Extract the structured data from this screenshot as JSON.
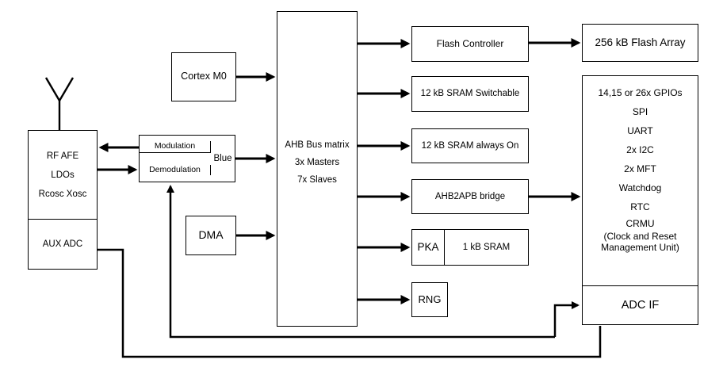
{
  "blocks": {
    "rf_afe": {
      "lines": [
        "RF AFE",
        "LDOs",
        "Rcosc Xosc"
      ]
    },
    "aux_adc": {
      "label": "AUX ADC"
    },
    "modulation": {
      "label": "Modulation"
    },
    "demodulation": {
      "label": "Demodulation"
    },
    "blue": {
      "label": "Blue"
    },
    "cortex_m0": {
      "label": "Cortex M0"
    },
    "dma": {
      "label": "DMA"
    },
    "ahb_bus_matrix": {
      "lines": [
        "AHB Bus matrix",
        "3x Masters",
        "7x Slaves"
      ]
    },
    "flash_controller": {
      "label": "Flash Controller"
    },
    "flash_array": {
      "label": "256 kB Flash Array"
    },
    "sram_switchable": {
      "label": "12 kB SRAM Switchable"
    },
    "sram_always_on": {
      "label": "12 kB SRAM always On"
    },
    "ahb2apb_bridge": {
      "label": "AHB2APB bridge"
    },
    "pka": {
      "label": "PKA"
    },
    "pka_sram": {
      "label": "1 kB SRAM"
    },
    "rng": {
      "label": "RNG"
    },
    "peripherals": {
      "lines": [
        "14,15 or 26x GPIOs",
        "SPI",
        "UART",
        "2x I2C",
        "2x MFT",
        "Watchdog",
        "RTC",
        "CRMU",
        "(Clock and Reset",
        "Management Unit)"
      ]
    },
    "adc_if": {
      "label": "ADC IF"
    }
  },
  "connections": [
    {
      "from": "Antenna",
      "to": "RF AFE"
    },
    {
      "from": "Modulation",
      "to": "RF AFE"
    },
    {
      "from": "RF AFE",
      "to": "Demodulation"
    },
    {
      "from": "Cortex M0",
      "to": "AHB Bus matrix"
    },
    {
      "from": "Blue",
      "to": "AHB Bus matrix"
    },
    {
      "from": "DMA",
      "to": "AHB Bus matrix"
    },
    {
      "from": "AHB Bus matrix",
      "to": "Flash Controller"
    },
    {
      "from": "Flash Controller",
      "to": "256 kB Flash Array"
    },
    {
      "from": "AHB Bus matrix",
      "to": "12 kB SRAM Switchable"
    },
    {
      "from": "AHB Bus matrix",
      "to": "12 kB SRAM always On"
    },
    {
      "from": "AHB Bus matrix",
      "to": "AHB2APB bridge"
    },
    {
      "from": "AHB2APB bridge",
      "to": "Peripherals"
    },
    {
      "from": "AHB Bus matrix",
      "to": "PKA"
    },
    {
      "from": "AHB Bus matrix",
      "to": "RNG"
    },
    {
      "from": "Bottom routing",
      "to": "Demodulation"
    },
    {
      "from": "Bottom routing",
      "to": "ADC IF"
    },
    {
      "from": "AUX ADC",
      "to": "ADC IF section",
      "via": "bottom routing"
    }
  ],
  "colors": {
    "line": "#000000",
    "background": "#ffffff",
    "box_fill": "#ffffff"
  }
}
